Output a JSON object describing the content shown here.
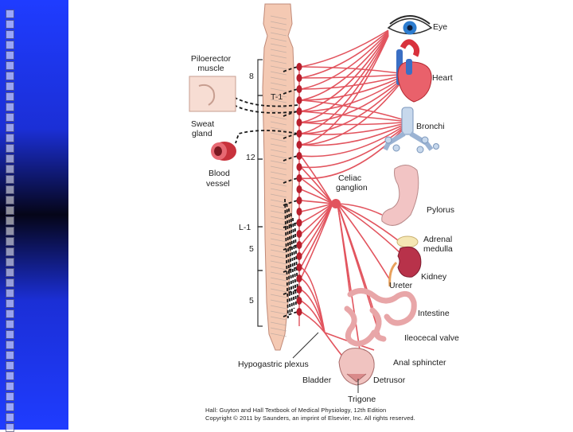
{
  "labels": {
    "eye": "Eye",
    "heart": "Heart",
    "bronchi": "Bronchi",
    "pilo1": "Piloerector",
    "pilo2": "muscle",
    "sweat1": "Sweat",
    "sweat2": "gland",
    "blood1": "Blood",
    "blood2": "vessel",
    "celiac1": "Celiac",
    "celiac2": "ganglion",
    "pylorus": "Pylorus",
    "adrenal1": "Adrenal",
    "adrenal2": "medulla",
    "kidney": "Kidney",
    "ureter": "Ureter",
    "intestine": "Intestine",
    "ileocecal": "Ileocecal valve",
    "anal": "Anal sphincter",
    "hypogastric": "Hypogastric plexus",
    "bladder": "Bladder",
    "detrusor": "Detrusor",
    "trigone": "Trigone"
  },
  "segments": {
    "c8": "8",
    "t1": "T-1",
    "t12": "12",
    "l1": "L-1",
    "l5": "5",
    "s5": "5"
  },
  "credit": {
    "line1": "Hall: Guyton and Hall Textbook of Medical Physiology, 12th Edition",
    "line2": "Copyright © 2011 by Saunders, an imprint of Elsevier, Inc. All rights reserved."
  },
  "colors": {
    "nerve": "#e2545e",
    "ganglion": "#b8202e",
    "cord": "#f4c9b3",
    "sidebar": "#1f3cff"
  }
}
